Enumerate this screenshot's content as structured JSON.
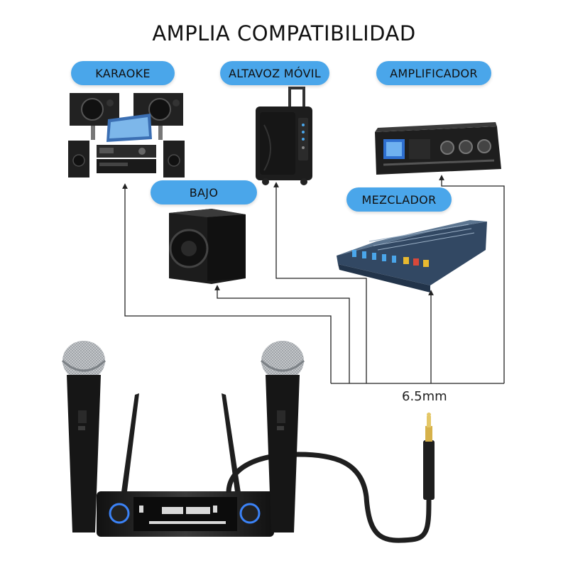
{
  "title": "AMPLIA COMPATIBILIDAD",
  "labels": {
    "karaoke": "KARAOKE",
    "altavoz": "ALTAVOZ MÓVIL",
    "amplificador": "AMPLIFICADOR",
    "bajo": "BAJO",
    "mezclador": "MEZCLADOR"
  },
  "cable_size": "6.5mm",
  "colors": {
    "pill": "#4aa6ea",
    "line": "#222222",
    "device": "#1b1b1b",
    "chrome": "#b9bcc0",
    "accent": "#2b7de0"
  }
}
